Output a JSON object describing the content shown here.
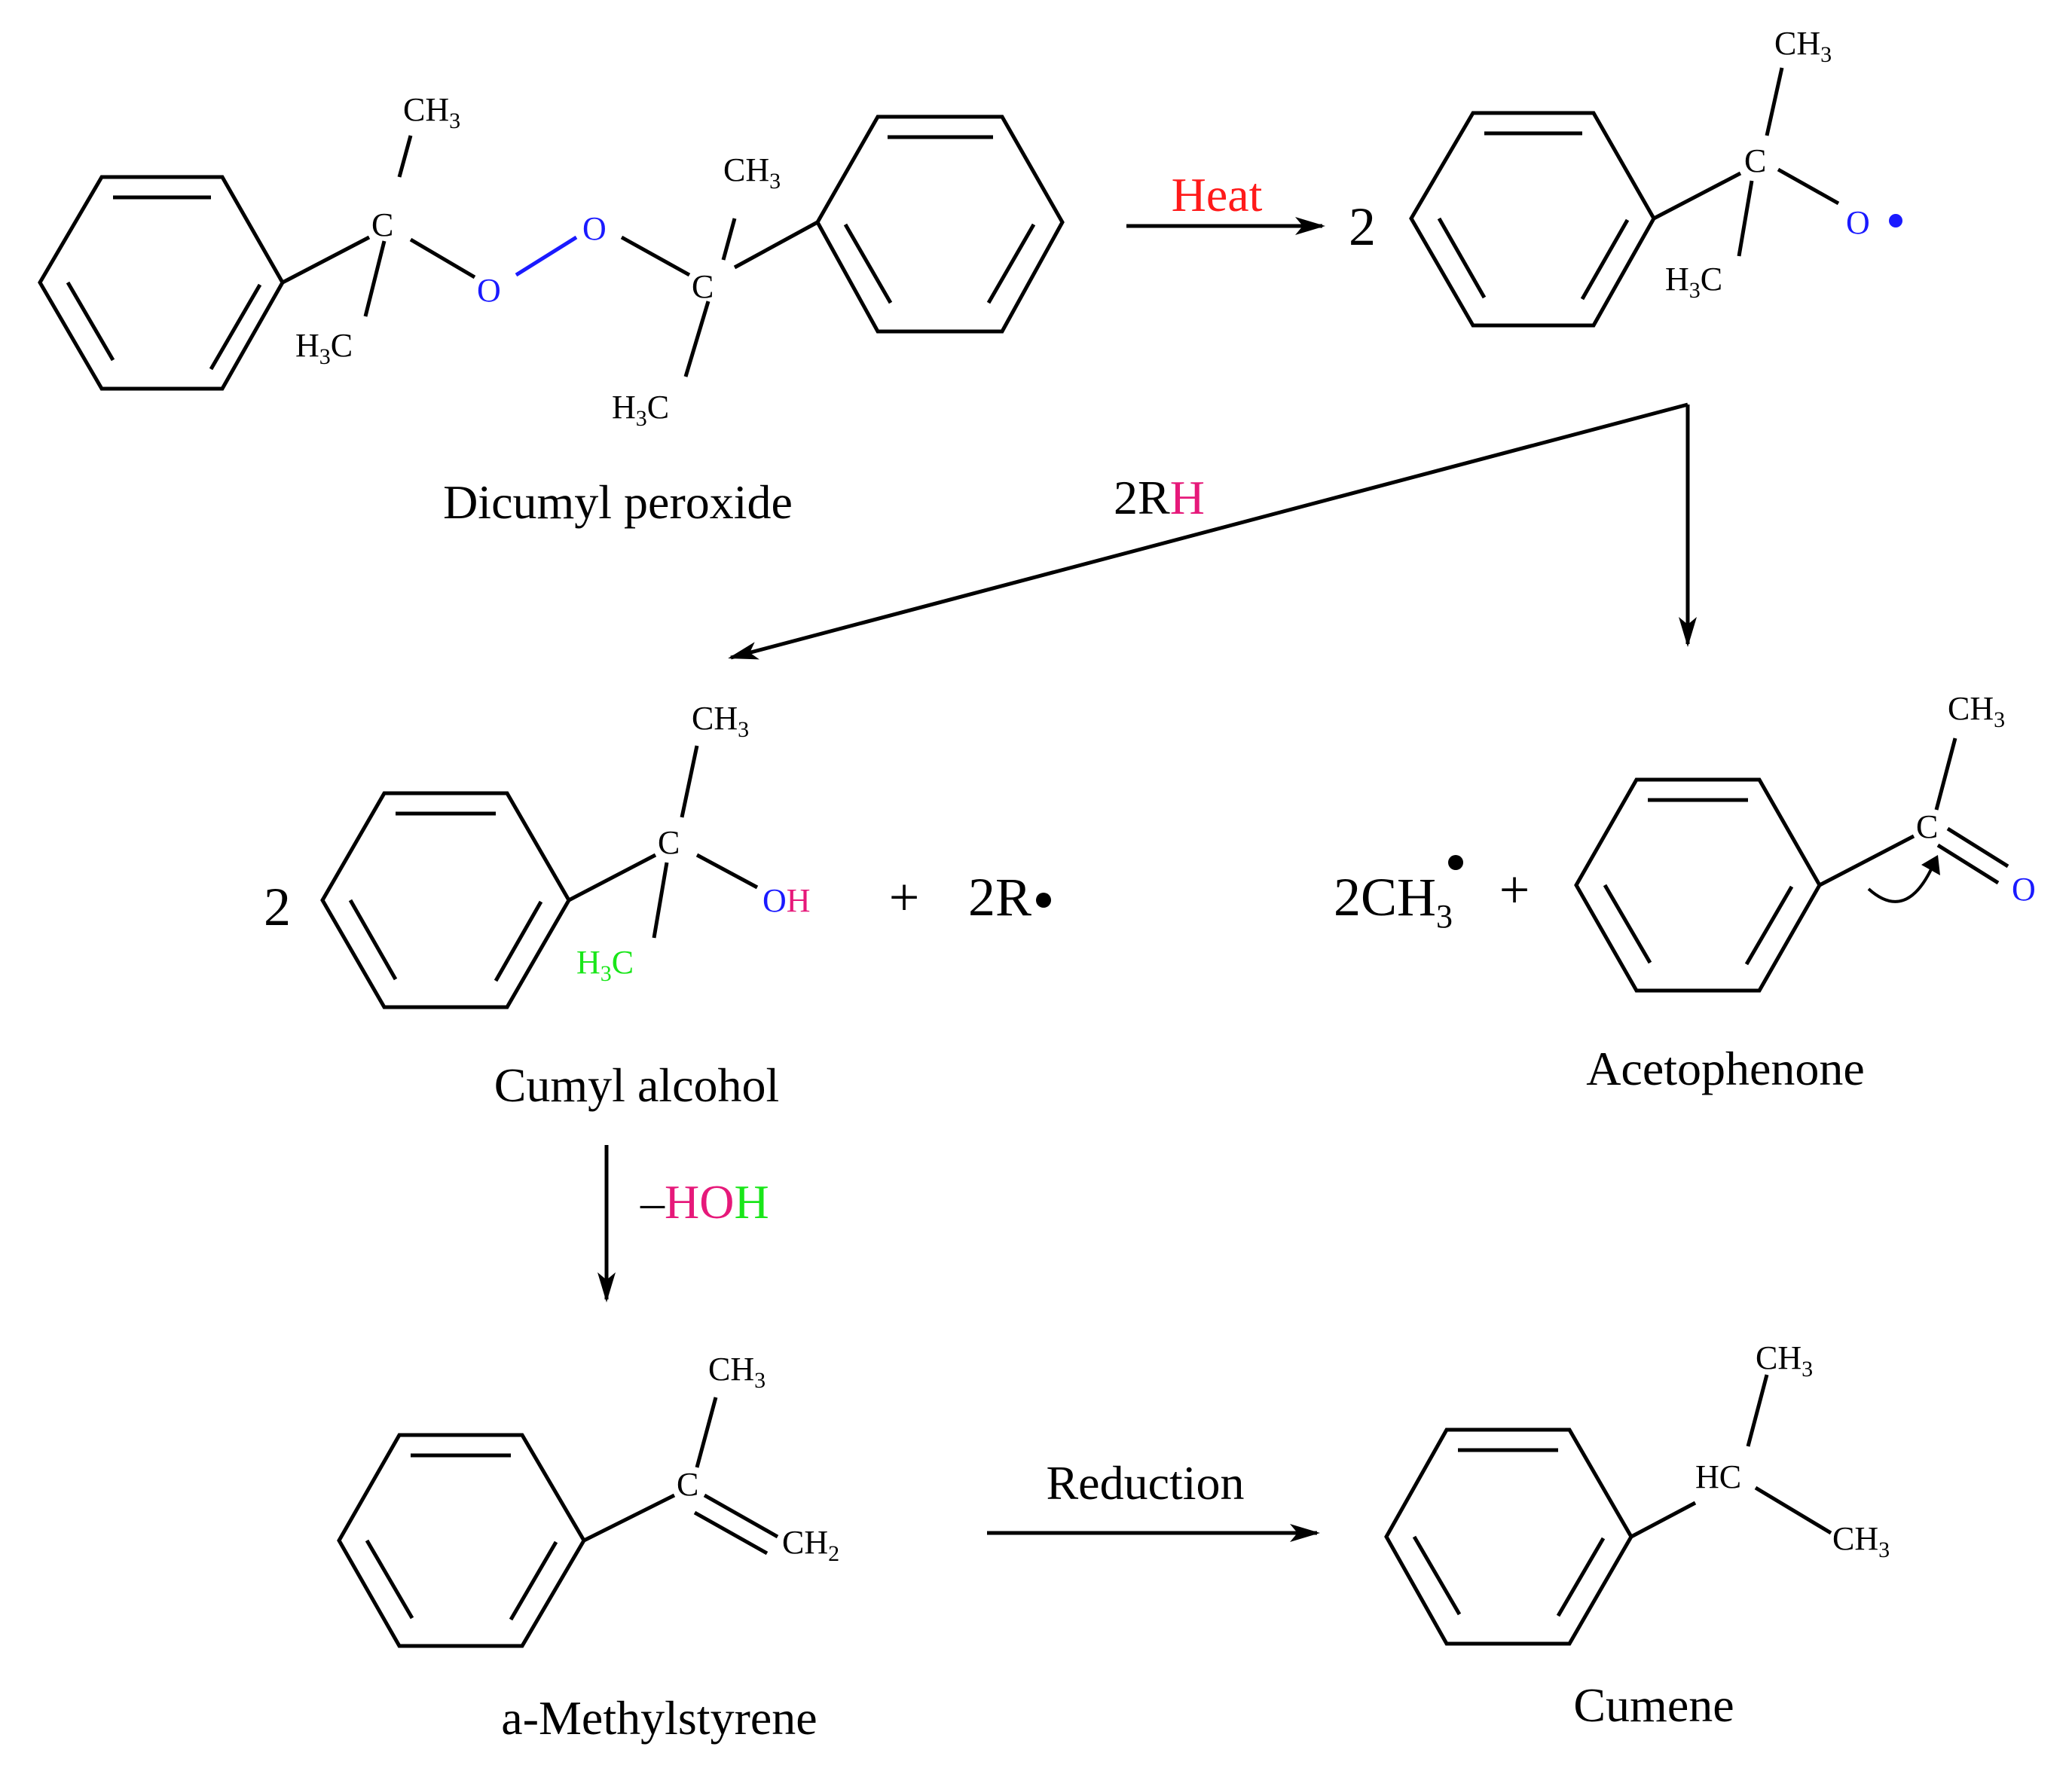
{
  "colors": {
    "ink": "#000000",
    "oxygen": "#1a1aff",
    "heat": "#ff1a1a",
    "hydrogen_pink": "#e6197a",
    "hydrogen_green": "#19e619"
  },
  "atoms": {
    "c": "C",
    "o": "O",
    "ch3_main": "CH",
    "h3c_h": "H",
    "h3c_c": "C",
    "sub3": "3",
    "sub2": "2",
    "oh_o": "O",
    "oh_h": "H",
    "hc": "HC",
    "ch2_main": "CH",
    "radical_dot": "•"
  },
  "conditions": {
    "heat": "Heat",
    "rh_prefix": "2R",
    "rh_h": "H",
    "hoh_dash": "–",
    "hoh_ho": "HO",
    "hoh_h": "H",
    "reduction": "Reduction"
  },
  "coefficients": {
    "two": "2",
    "plus": "+",
    "two_r": "2R",
    "two_ch": "2CH"
  },
  "names": {
    "dicumyl_peroxide": "Dicumyl peroxide",
    "cumyl_alcohol": "Cumyl alcohol",
    "acetophenone": "Acetophenone",
    "methylstyrene": "a-Methylstyrene",
    "cumene": "Cumene"
  }
}
